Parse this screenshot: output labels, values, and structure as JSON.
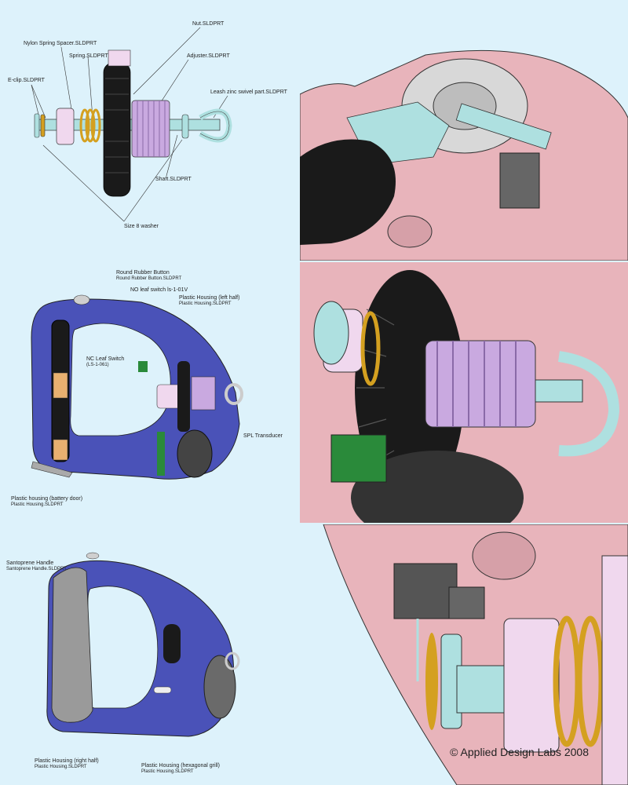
{
  "diagram1": {
    "labels": {
      "nylon_spacer": "Nylon Spring Spacer.SLDPRT",
      "nut": "Nut.SLDPRT",
      "spring": "Spring.SLDPRT",
      "adjuster": "Adjuster.SLDPRT",
      "eclip": "E-clip.SLDPRT",
      "leash": "Leash zinc swivel part.SLDPRT",
      "shaft": "Shaft.SLDPRT",
      "washer": "Size 8 washer"
    }
  },
  "diagram2": {
    "labels": {
      "button": "Round Rubber Button",
      "button_sub": "Round Rubber Button.SLDPRT",
      "no_switch": "NO leaf switch ls-1-01V",
      "housing_left": "Plastic Housing (left half)",
      "housing_left_sub": "Plastic Housing.SLDPRT",
      "nc_switch": "NC Leaf Switch",
      "nc_switch_sub": "(LS-1-061)",
      "transducer": "SPL Transducer",
      "battery_door": "Plastic housing (battery door)",
      "battery_door_sub": "Plastic Housing.SLDPRT"
    }
  },
  "diagram3": {
    "labels": {
      "handle": "Santoprene Handle",
      "handle_sub": "Santoprene Handle.SLDPRT",
      "housing_right": "Plastic Housing (right half)",
      "housing_right_sub": "Plastic Housing.SLDPRT",
      "grill": "Plastic Housing  (hexagonal grill)",
      "grill_sub": "Plastic Housing.SLDPRT"
    }
  },
  "copyright": "© Applied Design Labs 2008",
  "colors": {
    "background": "#ddf2fb",
    "housing_pink": "#e8b4bb",
    "housing_blue": "#4a52b8",
    "black": "#1a1a1a",
    "lavender": "#c9a9e0",
    "cyan_metal": "#aee0e0",
    "spring_gold": "#d4a020",
    "pink_spacer": "#f0d8ee"
  }
}
